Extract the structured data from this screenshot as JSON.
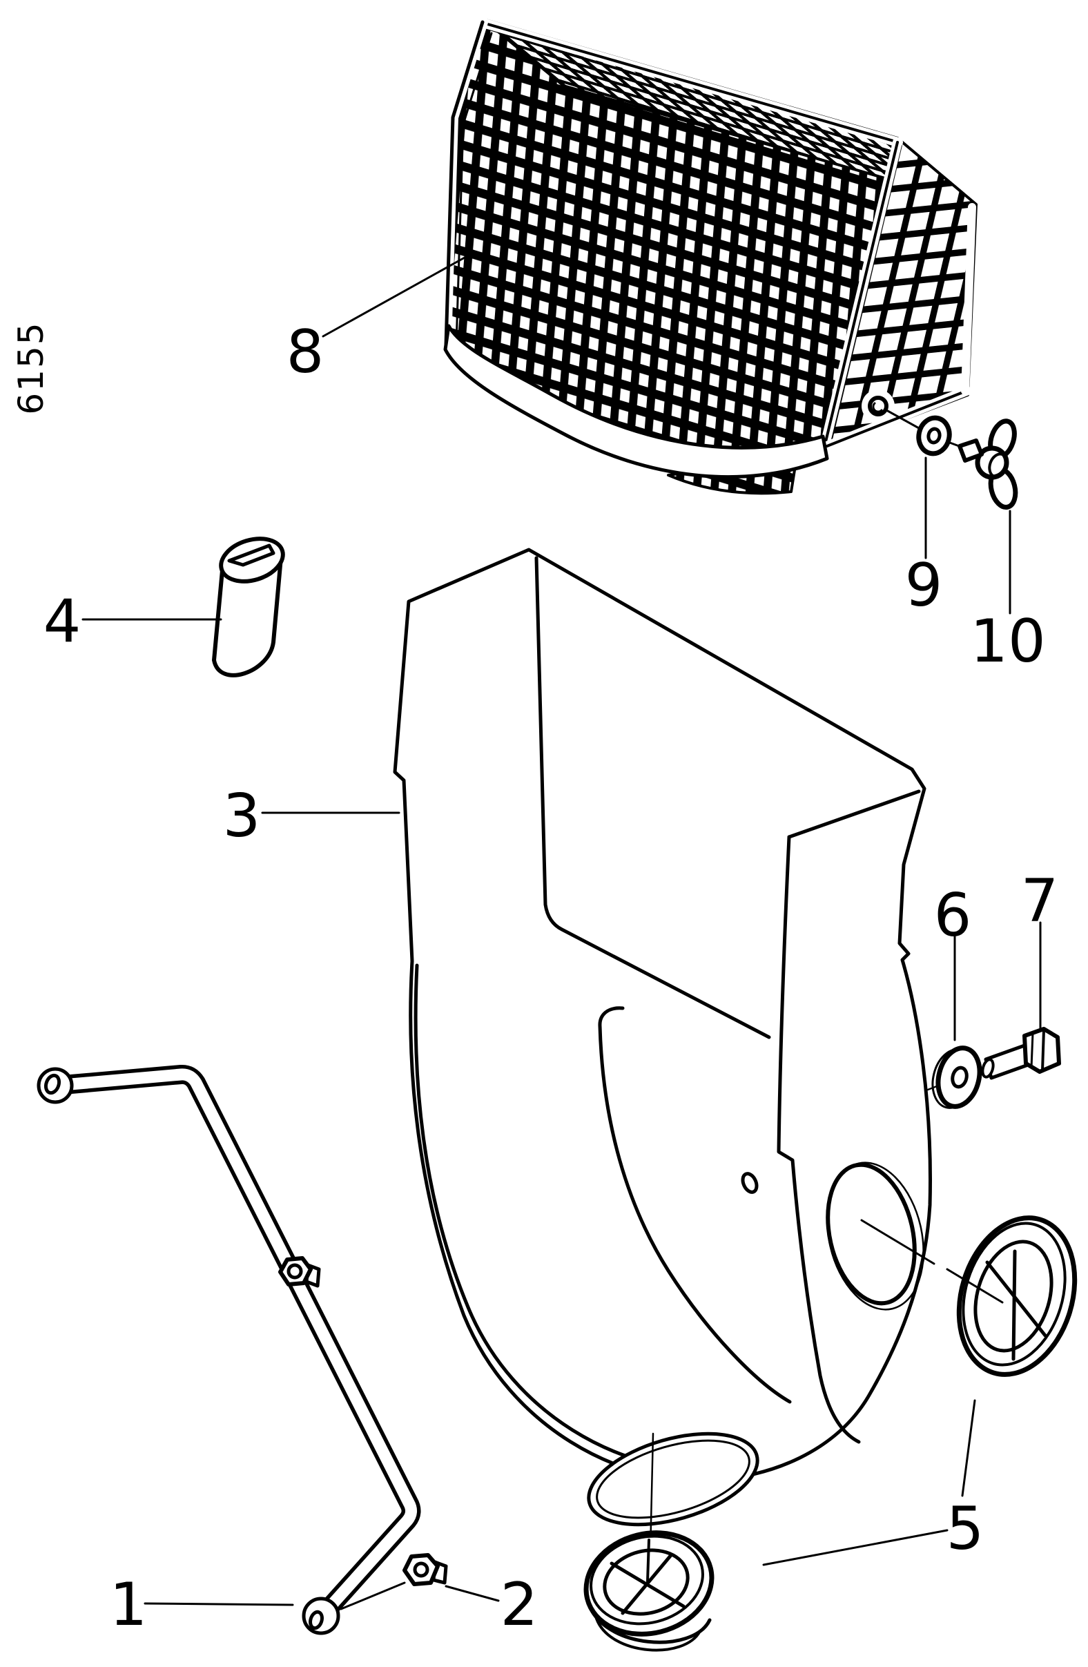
{
  "page": {
    "background": "#ffffff",
    "ink": "#000000"
  },
  "diagram": {
    "type": "exploded-parts-diagram",
    "drawing_number": "6155",
    "callouts": [
      {
        "label": "1"
      },
      {
        "label": "2"
      },
      {
        "label": "3"
      },
      {
        "label": "4"
      },
      {
        "label": "5"
      },
      {
        "label": "6"
      },
      {
        "label": "7"
      },
      {
        "label": "8"
      },
      {
        "label": "9"
      },
      {
        "label": "10"
      }
    ]
  }
}
